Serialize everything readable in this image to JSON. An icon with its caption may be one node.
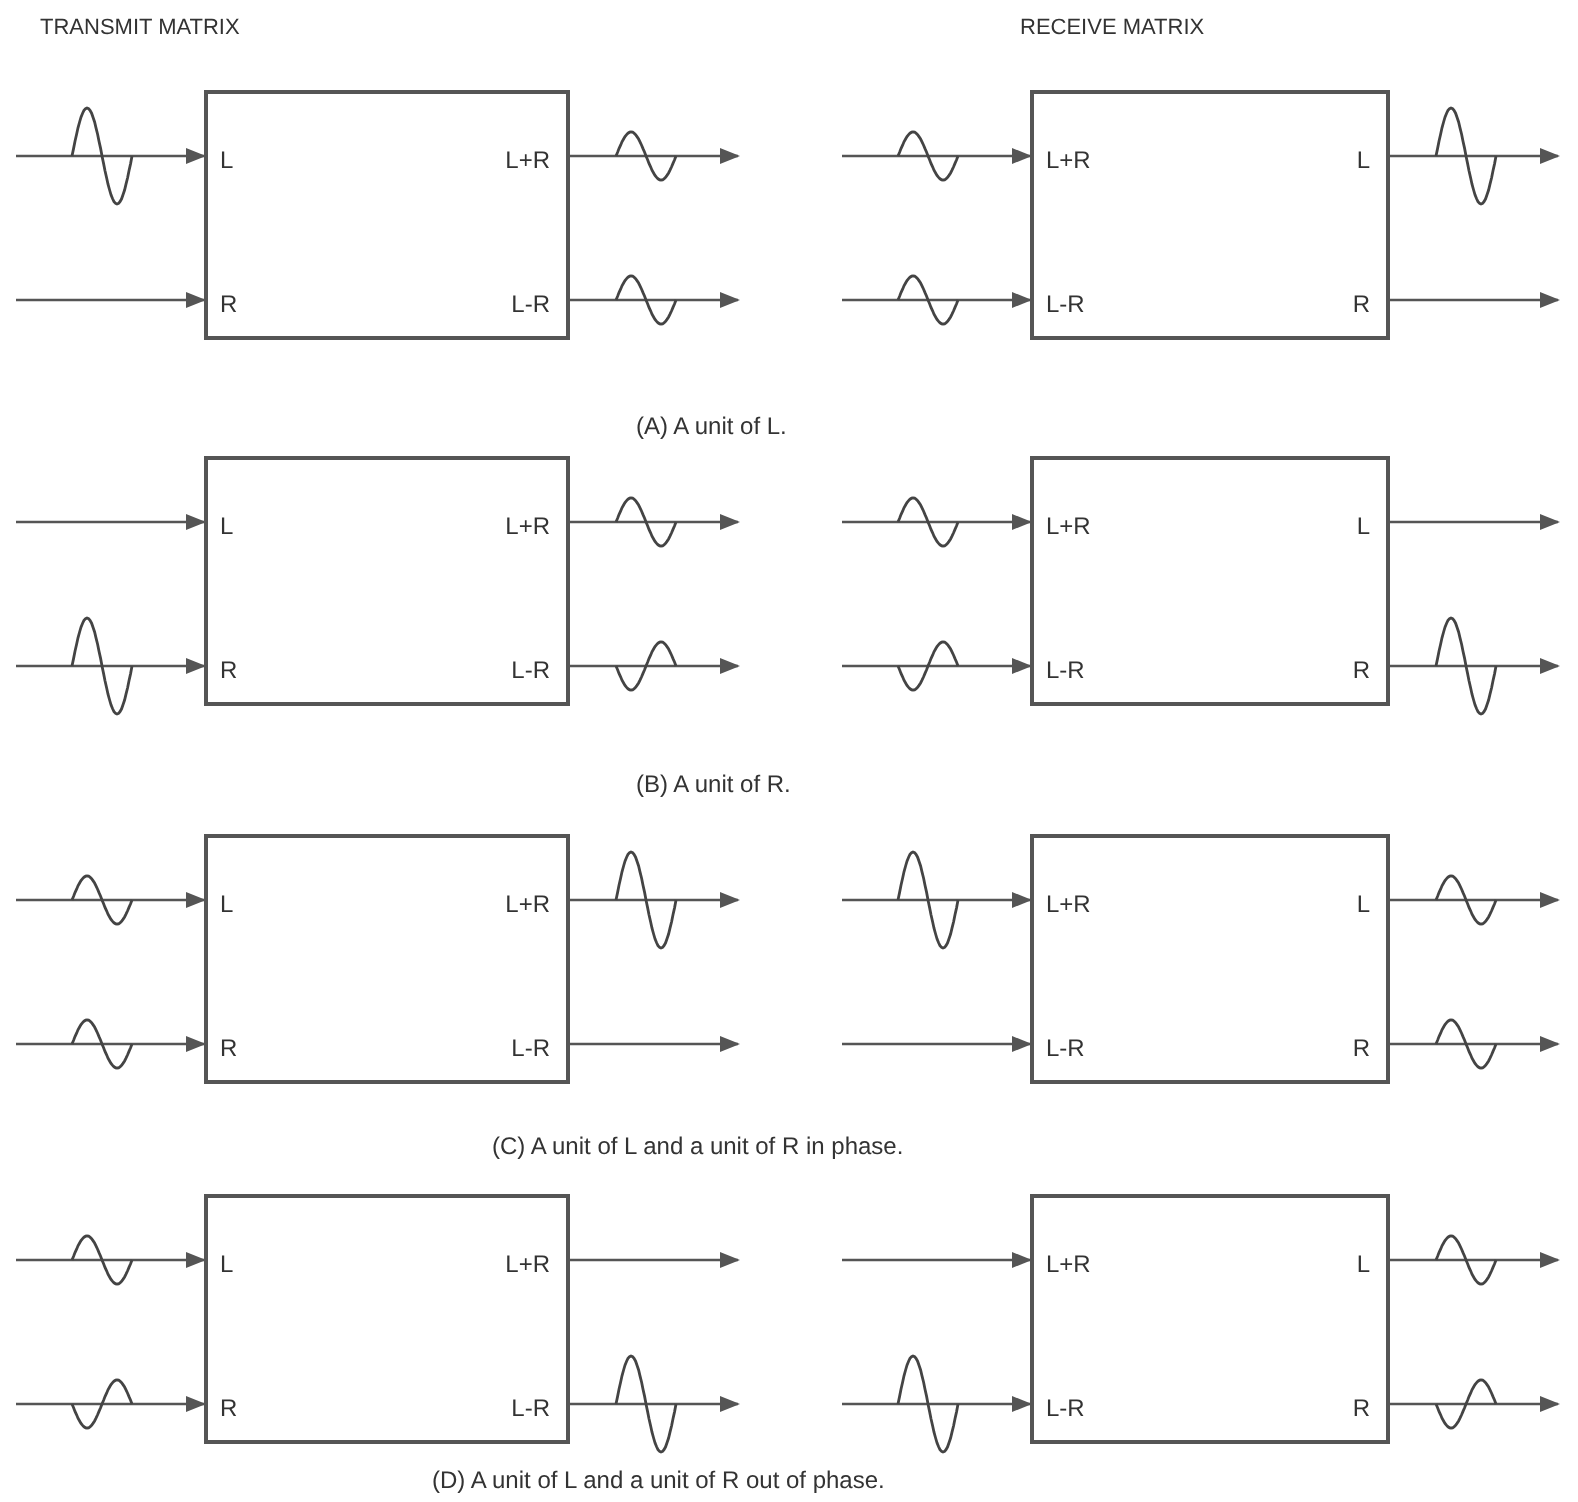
{
  "diagram": {
    "nodes": [
      {
        "text": [
          "L",
          "R",
          "L+R",
          "L-R"
        ]
      },
      {
        "text": [
          "L+R",
          "L-R",
          "L",
          "R"
        ]
      },
      {
        "text": [
          "L",
          "R",
          "L+R",
          "L-R"
        ]
      },
      {
        "text": [
          "L+R",
          "L-R",
          "L",
          "R"
        ]
      },
      {
        "text": [
          "L",
          "R",
          "L+R",
          "L-R"
        ]
      },
      {
        "text": [
          "L+R",
          "L-R",
          "L",
          "R"
        ]
      },
      {
        "text": [
          "L",
          "R",
          "L+R",
          "L-R"
        ]
      },
      {
        "text": [
          "L+R",
          "L-R",
          "L",
          "R"
        ]
      }
    ],
    "edges": [
      {
        "from": null,
        "to": 0,
        "arrow": "to"
      },
      {
        "from": null,
        "to": 0,
        "arrow": "to"
      },
      {
        "from": 0,
        "to": null,
        "arrow": "to"
      },
      {
        "from": 0,
        "to": null,
        "arrow": "to"
      },
      {
        "from": null,
        "to": 1,
        "arrow": "to"
      },
      {
        "from": null,
        "to": 1,
        "arrow": "to"
      },
      {
        "from": 1,
        "to": null,
        "arrow": "to"
      },
      {
        "from": 1,
        "to": null,
        "arrow": "to"
      },
      {
        "from": null,
        "to": 2,
        "arrow": "to"
      },
      {
        "from": null,
        "to": 2,
        "arrow": "to"
      },
      {
        "from": 2,
        "to": null,
        "arrow": "to"
      },
      {
        "from": 2,
        "to": null,
        "arrow": "to"
      },
      {
        "from": null,
        "to": 3,
        "arrow": "to"
      },
      {
        "from": null,
        "to": 3,
        "arrow": "to"
      },
      {
        "from": 3,
        "to": null,
        "arrow": "to"
      },
      {
        "from": 3,
        "to": null,
        "arrow": "to"
      },
      {
        "from": null,
        "to": 4,
        "arrow": "to"
      },
      {
        "from": null,
        "to": 4,
        "arrow": "to"
      },
      {
        "from": 4,
        "to": null,
        "arrow": "to"
      },
      {
        "from": 4,
        "to": null,
        "arrow": "to"
      },
      {
        "from": null,
        "to": 5,
        "arrow": "to"
      },
      {
        "from": null,
        "to": 5,
        "arrow": "to"
      },
      {
        "from": 5,
        "to": null,
        "arrow": "to"
      },
      {
        "from": 5,
        "to": null,
        "arrow": "to"
      },
      {
        "from": null,
        "to": 6,
        "arrow": "to"
      },
      {
        "from": null,
        "to": 6,
        "arrow": "to"
      },
      {
        "from": 6,
        "to": null,
        "arrow": "to"
      },
      {
        "from": 6,
        "to": null,
        "arrow": "to"
      },
      {
        "from": null,
        "to": 7,
        "arrow": "to"
      },
      {
        "from": null,
        "to": 7,
        "arrow": "to"
      },
      {
        "from": 7,
        "to": null,
        "arrow": "to"
      },
      {
        "from": 7,
        "to": null,
        "arrow": "to"
      }
    ],
    "labels": [
      "TRANSMIT MATRIX",
      "RECEIVE MATRIX",
      "(A) A unit of L.",
      "(B) A unit of R.",
      "(C) A unit of L and a unit of R in phase.",
      "(D) A unit of L and a unit of R out of phase."
    ]
  }
}
